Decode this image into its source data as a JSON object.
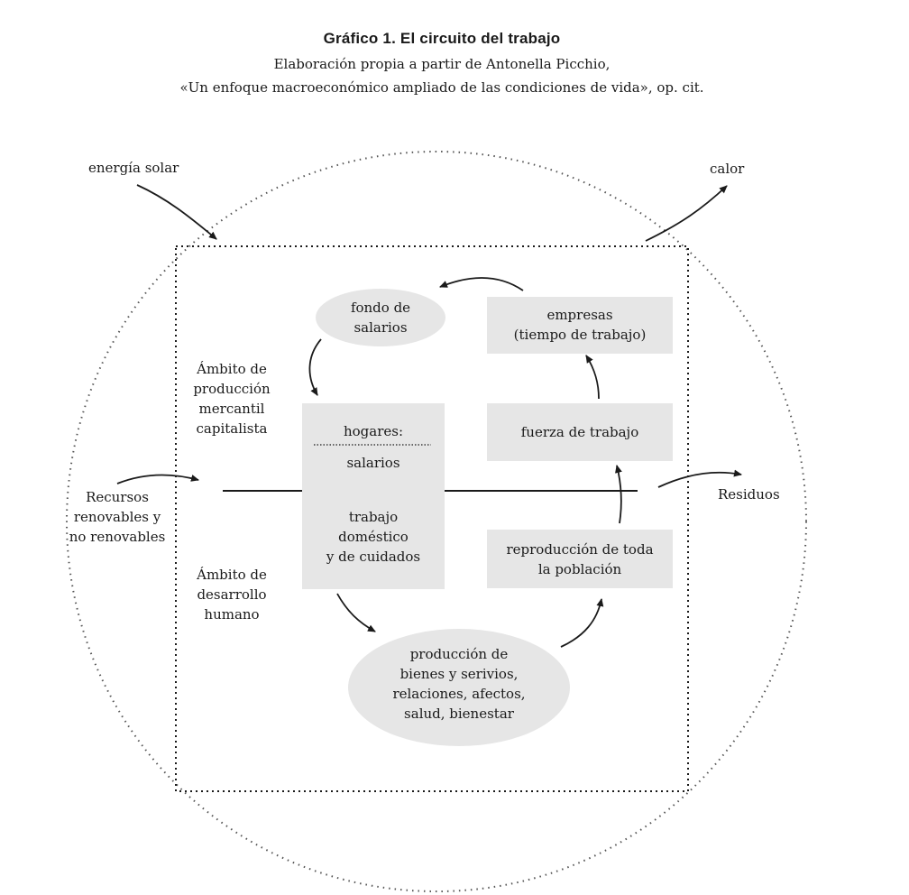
{
  "header": {
    "title": "Gráfico 1. El circuito del trabajo",
    "subtitle_line1": "Elaboración propia a partir de Antonella Picchio,",
    "subtitle_line2": "«Un enfoque macroeconómico ampliado de las condiciones de vida», op. cit."
  },
  "outer": {
    "energia": "energía solar",
    "calor": "calor",
    "recursos_1": "Recursos",
    "recursos_2": "renovables y",
    "recursos_3": "no renovables",
    "residuos": "Residuos"
  },
  "ambitos": {
    "mercantil_1": "Ámbito de",
    "mercantil_2": "producción",
    "mercantil_3": "mercantil",
    "mercantil_4": "capitalista",
    "humano_1": "Ámbito de",
    "humano_2": "desarrollo",
    "humano_3": "humano"
  },
  "nodes": {
    "fondo_1": "fondo de",
    "fondo_2": "salarios",
    "empresas_1": "empresas",
    "empresas_2": "(tiempo de trabajo)",
    "hogares": "hogares:",
    "salarios": "salarios",
    "trabajo_1": "trabajo",
    "trabajo_2": "doméstico",
    "trabajo_3": "y de cuidados",
    "fuerza": "fuerza de trabajo",
    "reproduccion_1": "reproducción de toda",
    "reproduccion_2": "la población",
    "produccion_1": "producción de",
    "produccion_2": "bienes y serivios,",
    "produccion_3": "relaciones, afectos,",
    "produccion_4": "salud, bienestar"
  },
  "colors": {
    "node_fill": "#e6e6e6",
    "line": "#1a1a1a"
  }
}
